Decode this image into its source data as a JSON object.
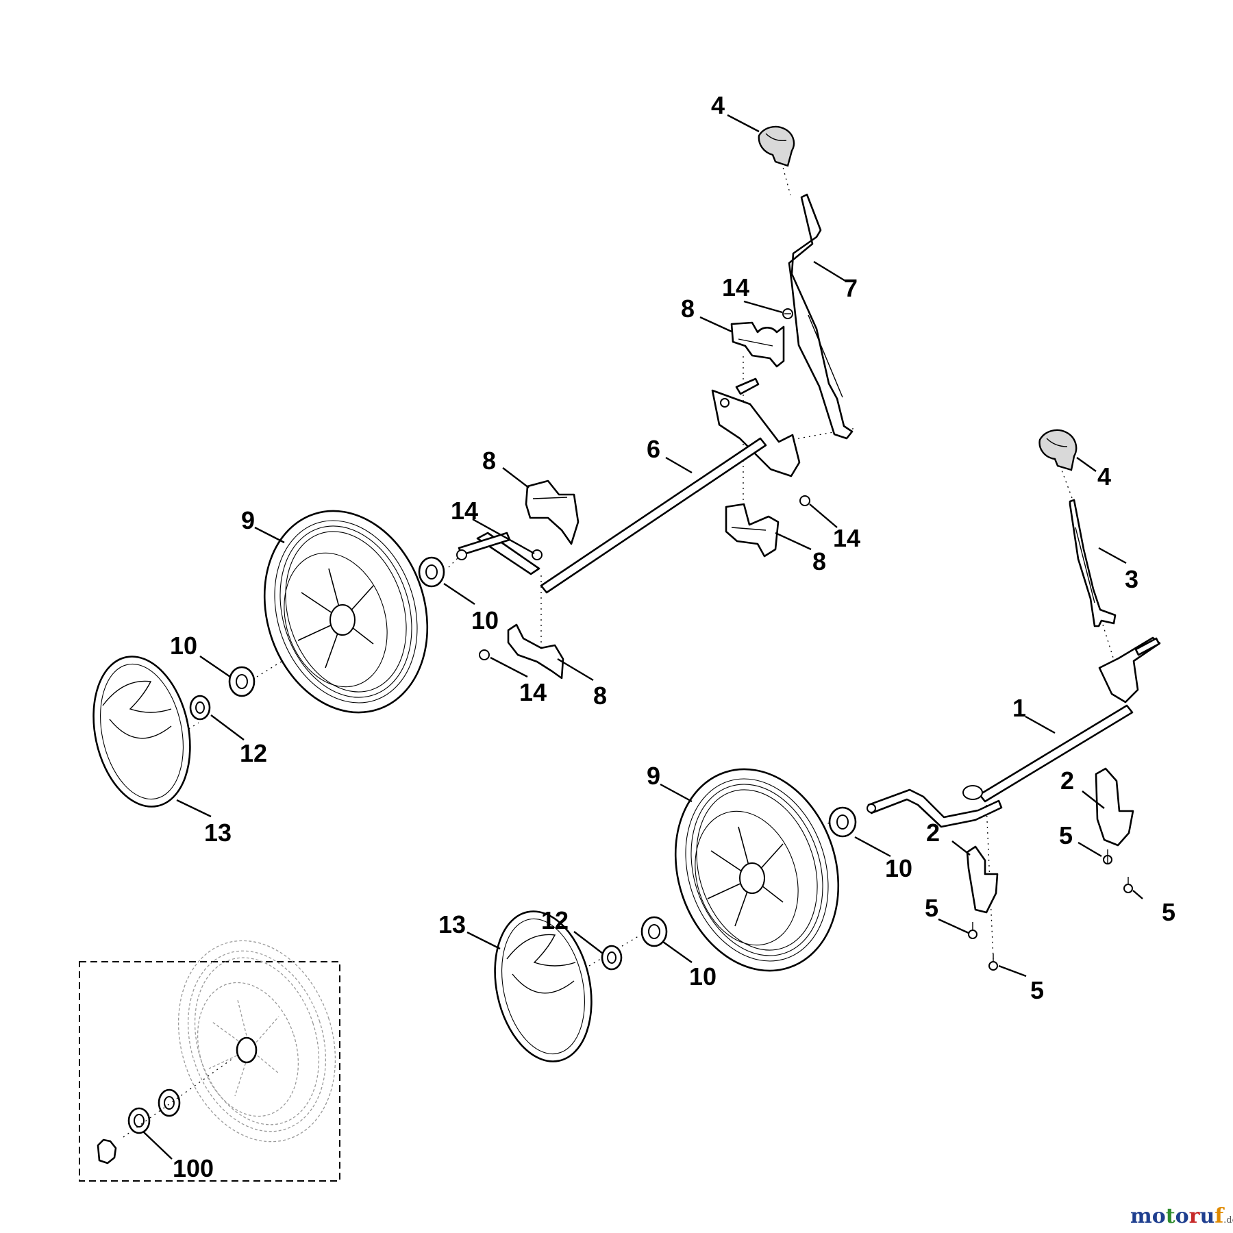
{
  "callouts": {
    "c1": "1",
    "c2a": "2",
    "c2b": "2",
    "c3": "3",
    "c4a": "4",
    "c4b": "4",
    "c5a": "5",
    "c5b": "5",
    "c5c": "5",
    "c5d": "5",
    "c6": "6",
    "c7": "7",
    "c8a": "8",
    "c8b": "8",
    "c8c": "8",
    "c8d": "8",
    "c9a": "9",
    "c9b": "9",
    "c10a": "10",
    "c10b": "10",
    "c10c": "10",
    "c10d": "10",
    "c12a": "12",
    "c12b": "12",
    "c13a": "13",
    "c13b": "13",
    "c14a": "14",
    "c14b": "14",
    "c14c": "14",
    "c14d": "14",
    "c100": "100"
  },
  "watermark": {
    "word": "motoruf",
    "tld": ".de",
    "colors": [
      "#1f3f8f",
      "#1f3f8f",
      "#2e8b2e",
      "#1f3f8f",
      "#c62828",
      "#1f3f8f",
      "#e08a00"
    ]
  }
}
